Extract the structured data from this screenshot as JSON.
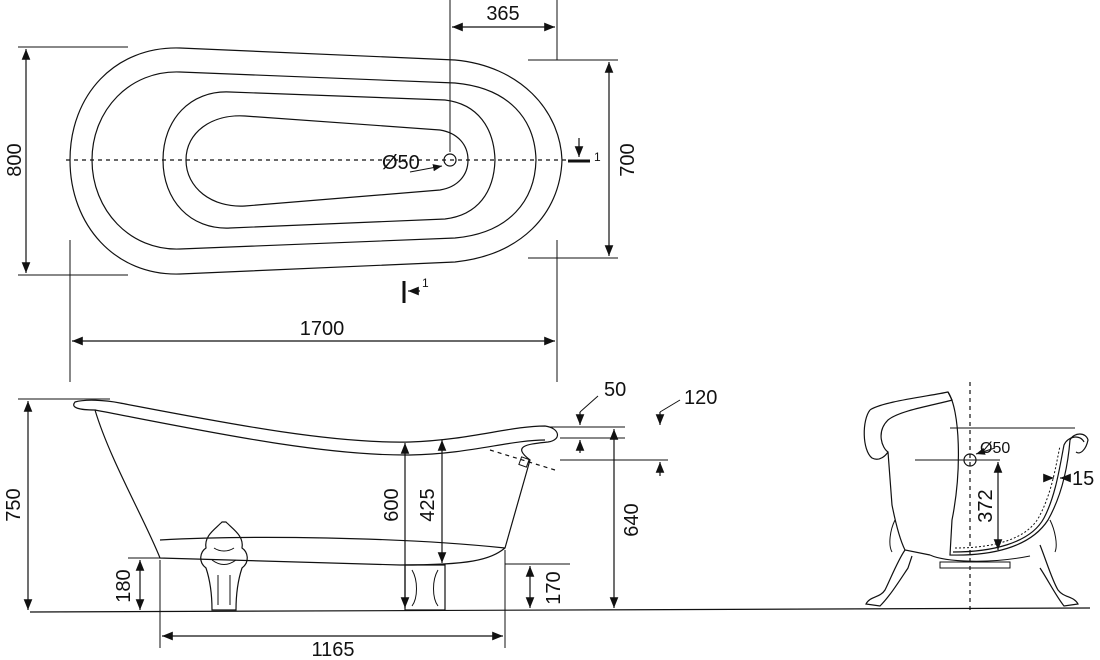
{
  "top_view": {
    "length": "1700",
    "width": "800",
    "inner_width": "700",
    "drain_offset": "365",
    "drain_diameter": "Ø50",
    "section_marker_right": "1",
    "section_marker_bottom": "1"
  },
  "side_view": {
    "total_height": "750",
    "leg_height": "180",
    "rim_thickness": "50",
    "rim_offset": "120",
    "rim_height": "640",
    "inner_height": "600",
    "drain_height": "425",
    "base_height": "170",
    "leg_spacing": "1165"
  },
  "section_view": {
    "drain_diameter": "Ø50",
    "drain_height": "372",
    "wall_thickness": "15"
  }
}
